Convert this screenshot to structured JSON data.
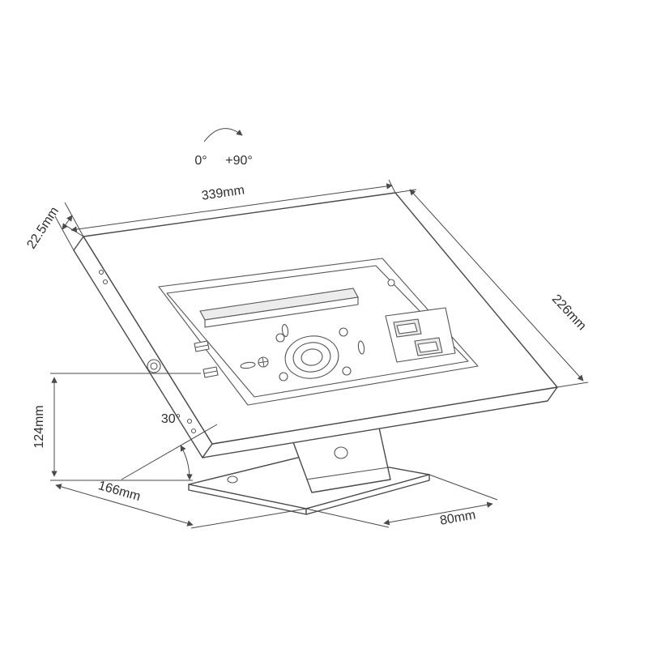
{
  "diagram": {
    "kind": "technical-dimension-drawing",
    "rotation_indicator": {
      "start_label": "0°",
      "end_label": "+90°"
    },
    "dimensions": {
      "top_width": "339mm",
      "edge_thickness": "22.5mm",
      "side_depth": "226mm",
      "height": "124mm",
      "tilt_angle": "30°",
      "base_length": "166mm",
      "base_width": "80mm"
    },
    "colors": {
      "line": "#4a4a4a",
      "text": "#2f2f2f",
      "background": "#ffffff"
    }
  }
}
